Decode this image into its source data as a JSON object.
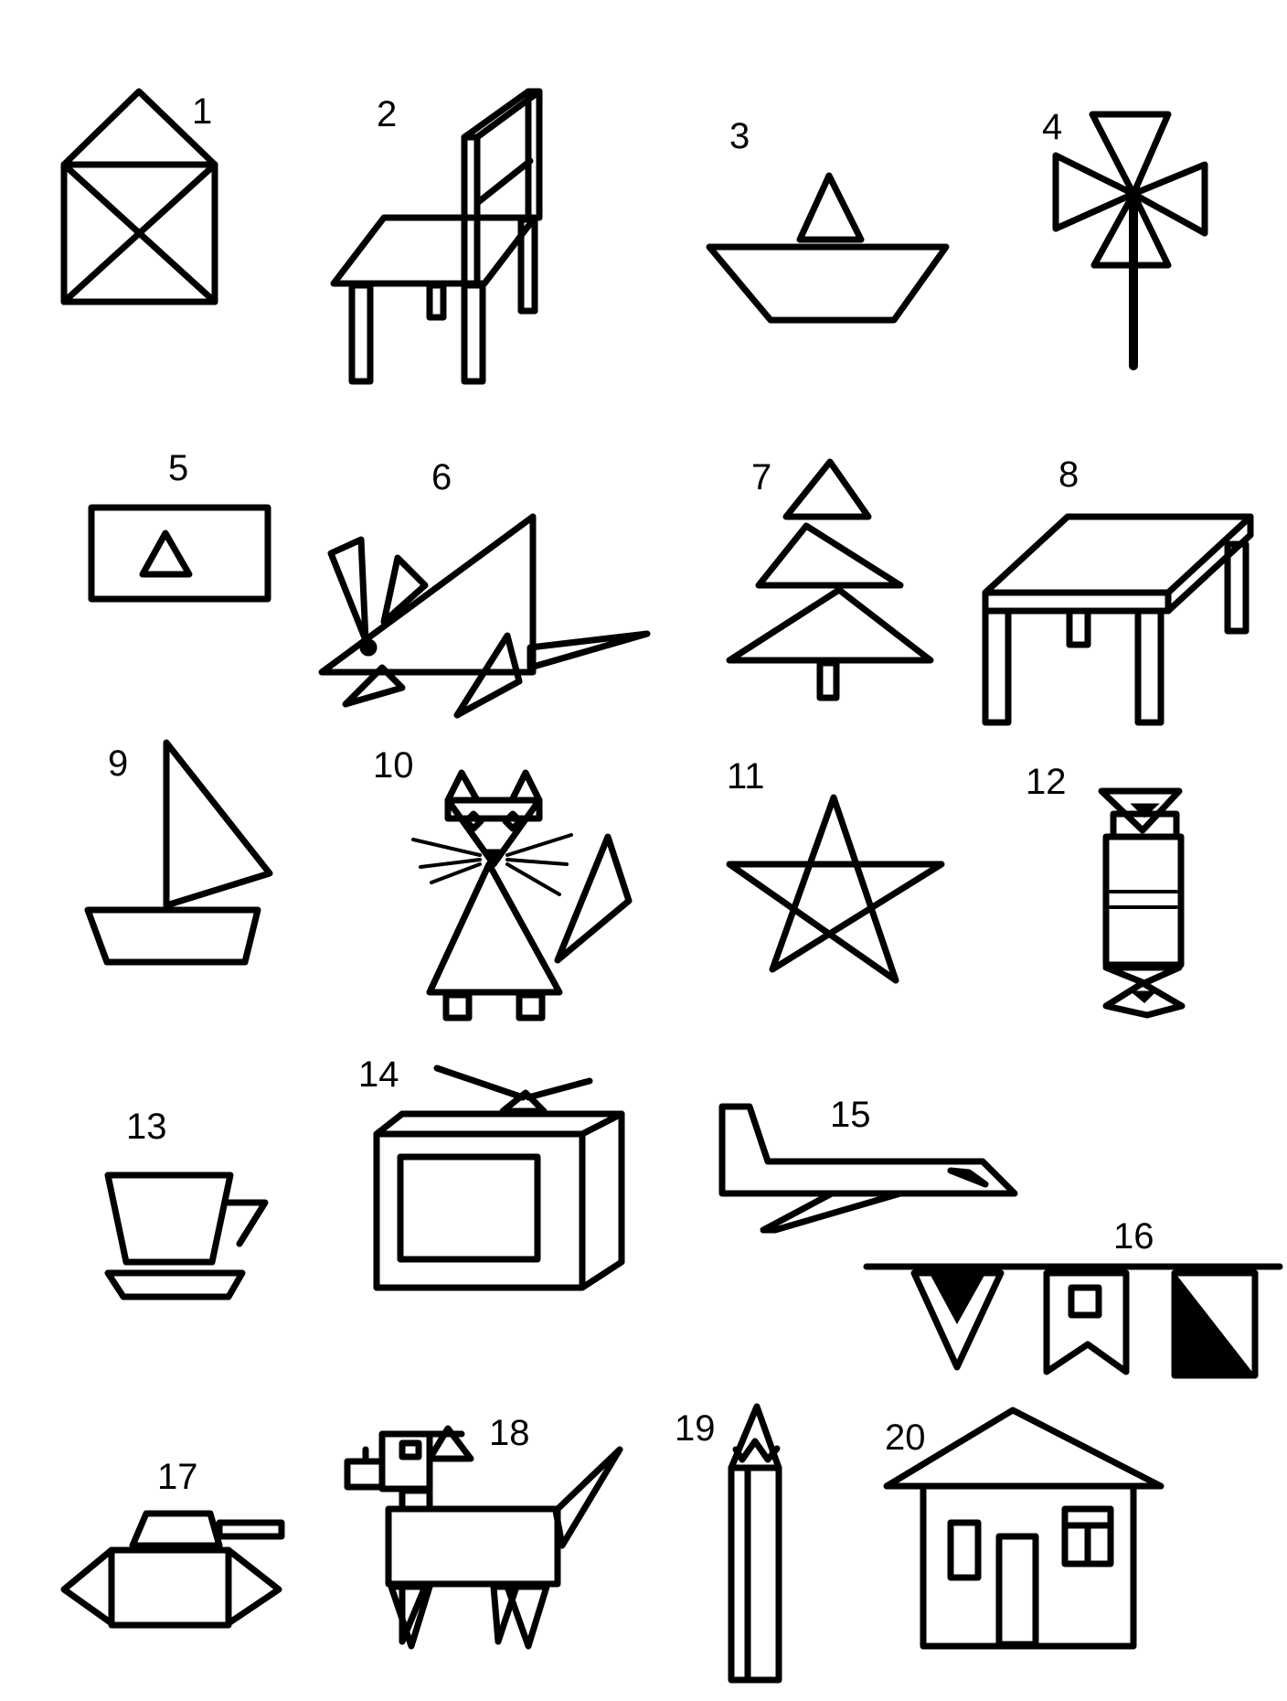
{
  "figures": [
    {
      "number": "1",
      "icon": "envelope-icon"
    },
    {
      "number": "2",
      "icon": "chair-icon"
    },
    {
      "number": "3",
      "icon": "paper-boat-icon"
    },
    {
      "number": "4",
      "icon": "pinwheel-icon"
    },
    {
      "number": "5",
      "icon": "flag-with-triangle-icon"
    },
    {
      "number": "6",
      "icon": "mouse-icon"
    },
    {
      "number": "7",
      "icon": "fir-tree-icon"
    },
    {
      "number": "8",
      "icon": "table-icon"
    },
    {
      "number": "9",
      "icon": "sailboat-icon"
    },
    {
      "number": "10",
      "icon": "cat-icon"
    },
    {
      "number": "11",
      "icon": "star-icon"
    },
    {
      "number": "12",
      "icon": "candy-icon"
    },
    {
      "number": "13",
      "icon": "cup-and-saucer-icon"
    },
    {
      "number": "14",
      "icon": "television-icon"
    },
    {
      "number": "15",
      "icon": "airplane-icon"
    },
    {
      "number": "16",
      "icon": "bunting-flags-icon"
    },
    {
      "number": "17",
      "icon": "tank-icon"
    },
    {
      "number": "18",
      "icon": "dog-icon"
    },
    {
      "number": "19",
      "icon": "pencil-icon"
    },
    {
      "number": "20",
      "icon": "house-icon"
    }
  ],
  "colors": {
    "ink": "#000000",
    "paper": "#ffffff"
  }
}
